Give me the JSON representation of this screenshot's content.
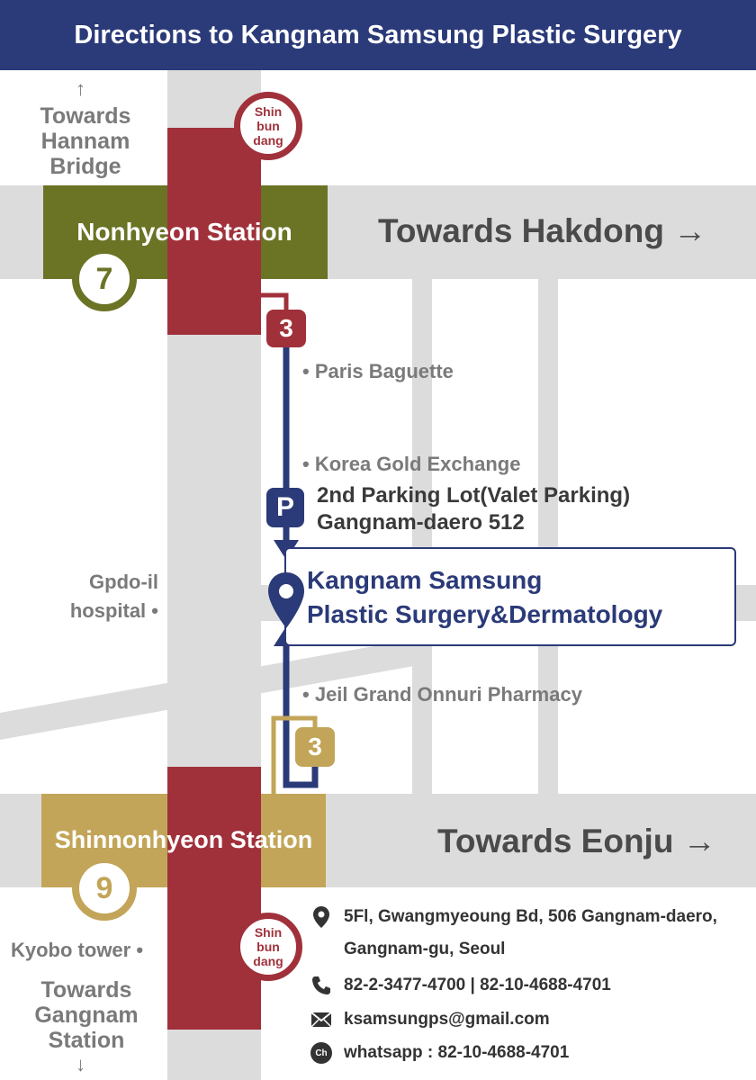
{
  "header": {
    "title": "Directions to Kangnam Samsung Plastic Surgery"
  },
  "colors": {
    "header_bg": "#2b3a78",
    "line7": "#6b7325",
    "line9": "#c2a558",
    "shinbundang": "#a0313b",
    "route": "#2b3a78",
    "road": "#dcdcdc"
  },
  "directions": {
    "hannam": "Towards Hannam Bridge",
    "hakdong": "Towards Hakdong",
    "eonju": "Towards Eonju",
    "gangnam": "Towards Gangnam Station"
  },
  "stations": {
    "nonhyeon": {
      "name": "Nonhyeon Station",
      "line": "7"
    },
    "shinnonhyeon": {
      "name": "Shinnonhyeon Station",
      "line": "9"
    },
    "shinbundang_label": "Shin bun dang"
  },
  "exits": {
    "nonhyeon_exit": "3",
    "shinnonhyeon_exit": "3"
  },
  "landmarks": {
    "paris_baguette": "Paris Baguette",
    "korea_gold": "Korea Gold Exchange",
    "gpdo": "Gpdo-il hospital",
    "jeil": "Jeil Grand Onnuri Pharmacy",
    "kyobo": "Kyobo tower"
  },
  "parking": {
    "icon_letter": "P",
    "line1": "2nd Parking Lot(Valet Parking)",
    "line2": "Gangnam-daero 512"
  },
  "clinic": {
    "line1": "Kangnam Samsung",
    "line2": "Plastic Surgery&Dermatology"
  },
  "contact": {
    "address_line1": "5Fl, Gwangmyeoung Bd, 506 Gangnam-daero,",
    "address_line2": "Gangnam-gu, Seoul",
    "phone": "82-2-3477-4700 | 82-10-4688-4701",
    "email": "ksamsungps@gmail.com",
    "whatsapp": "whatsapp : 82-10-4688-4701",
    "whatsapp_icon_label": "Ch",
    "icons": [
      "location-pin-icon",
      "phone-icon",
      "mail-icon",
      "chat-icon"
    ]
  }
}
